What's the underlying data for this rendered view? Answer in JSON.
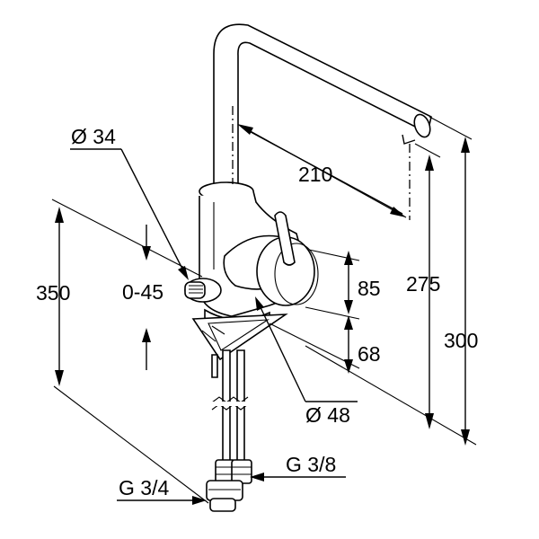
{
  "dimensions": {
    "spout_reach": "210",
    "outlet_height": "275",
    "total_height": "300",
    "below_counter": "350",
    "swivel_angle": "0-45",
    "lever_height": "85",
    "body_height": "68",
    "diameter_top": "Ø 34",
    "diameter_body": "Ø 48",
    "thread_small": "G 3/8",
    "thread_large": "G 3/4"
  }
}
